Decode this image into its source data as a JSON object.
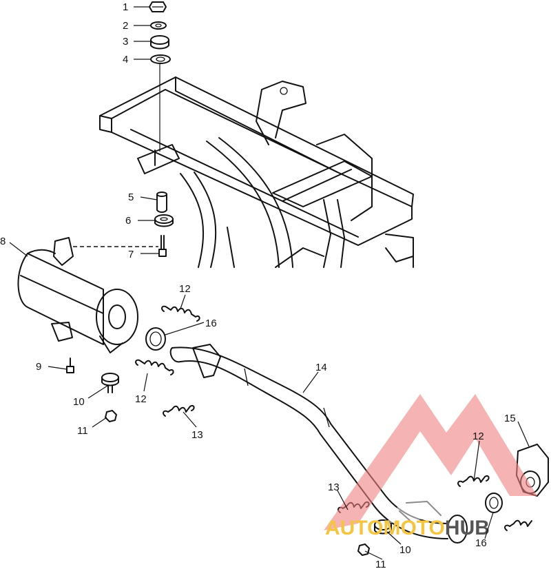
{
  "callouts": [
    {
      "id": "c1",
      "label": "1"
    },
    {
      "id": "c2",
      "label": "2"
    },
    {
      "id": "c3",
      "label": "3"
    },
    {
      "id": "c4",
      "label": "4"
    },
    {
      "id": "c5",
      "label": "5"
    },
    {
      "id": "c6",
      "label": "6"
    },
    {
      "id": "c7",
      "label": "7"
    },
    {
      "id": "c8",
      "label": "8"
    },
    {
      "id": "c9",
      "label": "9"
    },
    {
      "id": "c10a",
      "label": "10"
    },
    {
      "id": "c10b",
      "label": "10"
    },
    {
      "id": "c11a",
      "label": "11"
    },
    {
      "id": "c11b",
      "label": "11"
    },
    {
      "id": "c12a",
      "label": "12"
    },
    {
      "id": "c12b",
      "label": "12"
    },
    {
      "id": "c12c",
      "label": "12"
    },
    {
      "id": "c13a",
      "label": "13"
    },
    {
      "id": "c13b",
      "label": "13"
    },
    {
      "id": "c14",
      "label": "14"
    },
    {
      "id": "c15",
      "label": "15"
    },
    {
      "id": "c16a",
      "label": "16"
    },
    {
      "id": "c16b",
      "label": "16"
    }
  ],
  "watermark": {
    "text": "AUTOMOTOHUB",
    "colors": {
      "triangle": "#f08080",
      "text": "#f5c542",
      "hub": "#555555"
    }
  }
}
